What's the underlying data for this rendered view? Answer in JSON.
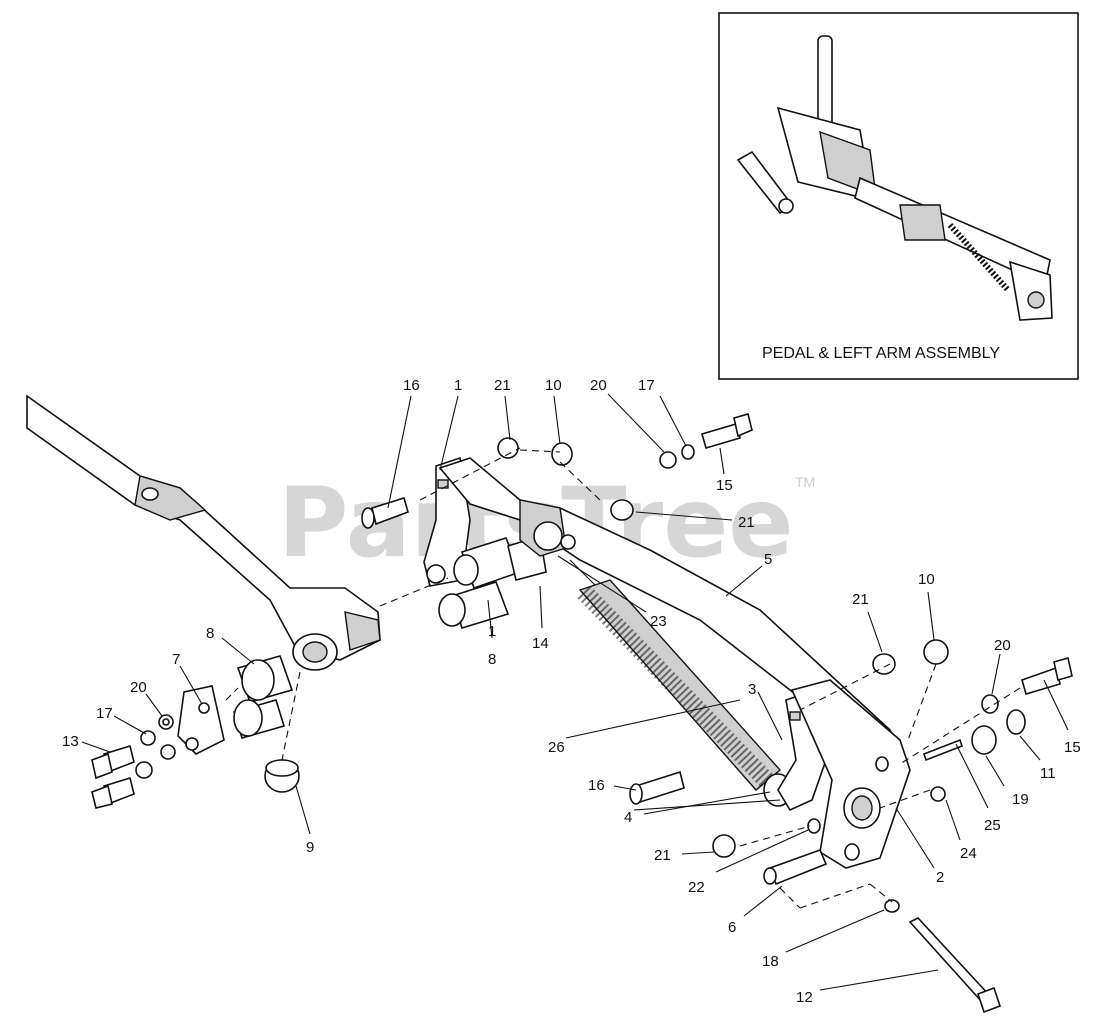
{
  "watermark": {
    "text": "PartsTree",
    "trademark": "TM"
  },
  "inset": {
    "caption": "PEDAL & LEFT ARM ASSEMBLY"
  },
  "callouts": [
    {
      "id": "c16a",
      "text": "16"
    },
    {
      "id": "c1a",
      "text": "1"
    },
    {
      "id": "c21a",
      "text": "21"
    },
    {
      "id": "c10a",
      "text": "10"
    },
    {
      "id": "c20a",
      "text": "20"
    },
    {
      "id": "c17a",
      "text": "17"
    },
    {
      "id": "c15a",
      "text": "15"
    },
    {
      "id": "c21b",
      "text": "21"
    },
    {
      "id": "c5",
      "text": "5"
    },
    {
      "id": "c23",
      "text": "23"
    },
    {
      "id": "c14",
      "text": "14"
    },
    {
      "id": "c1b",
      "text": "1"
    },
    {
      "id": "c8a",
      "text": "8"
    },
    {
      "id": "c8b",
      "text": "8"
    },
    {
      "id": "c7",
      "text": "7"
    },
    {
      "id": "c20b",
      "text": "20"
    },
    {
      "id": "c17b",
      "text": "17"
    },
    {
      "id": "c13",
      "text": "13"
    },
    {
      "id": "c9",
      "text": "9"
    },
    {
      "id": "c21c",
      "text": "21"
    },
    {
      "id": "c10b",
      "text": "10"
    },
    {
      "id": "c20c",
      "text": "20"
    },
    {
      "id": "c15b",
      "text": "15"
    },
    {
      "id": "c11",
      "text": "11"
    },
    {
      "id": "c19",
      "text": "19"
    },
    {
      "id": "c25",
      "text": "25"
    },
    {
      "id": "c3",
      "text": "3"
    },
    {
      "id": "c26",
      "text": "26"
    },
    {
      "id": "c16b",
      "text": "16"
    },
    {
      "id": "c4",
      "text": "4"
    },
    {
      "id": "c24",
      "text": "24"
    },
    {
      "id": "c2",
      "text": "2"
    },
    {
      "id": "c21d",
      "text": "21"
    },
    {
      "id": "c22",
      "text": "22"
    },
    {
      "id": "c6",
      "text": "6"
    },
    {
      "id": "c18",
      "text": "18"
    },
    {
      "id": "c12",
      "text": "12"
    }
  ]
}
